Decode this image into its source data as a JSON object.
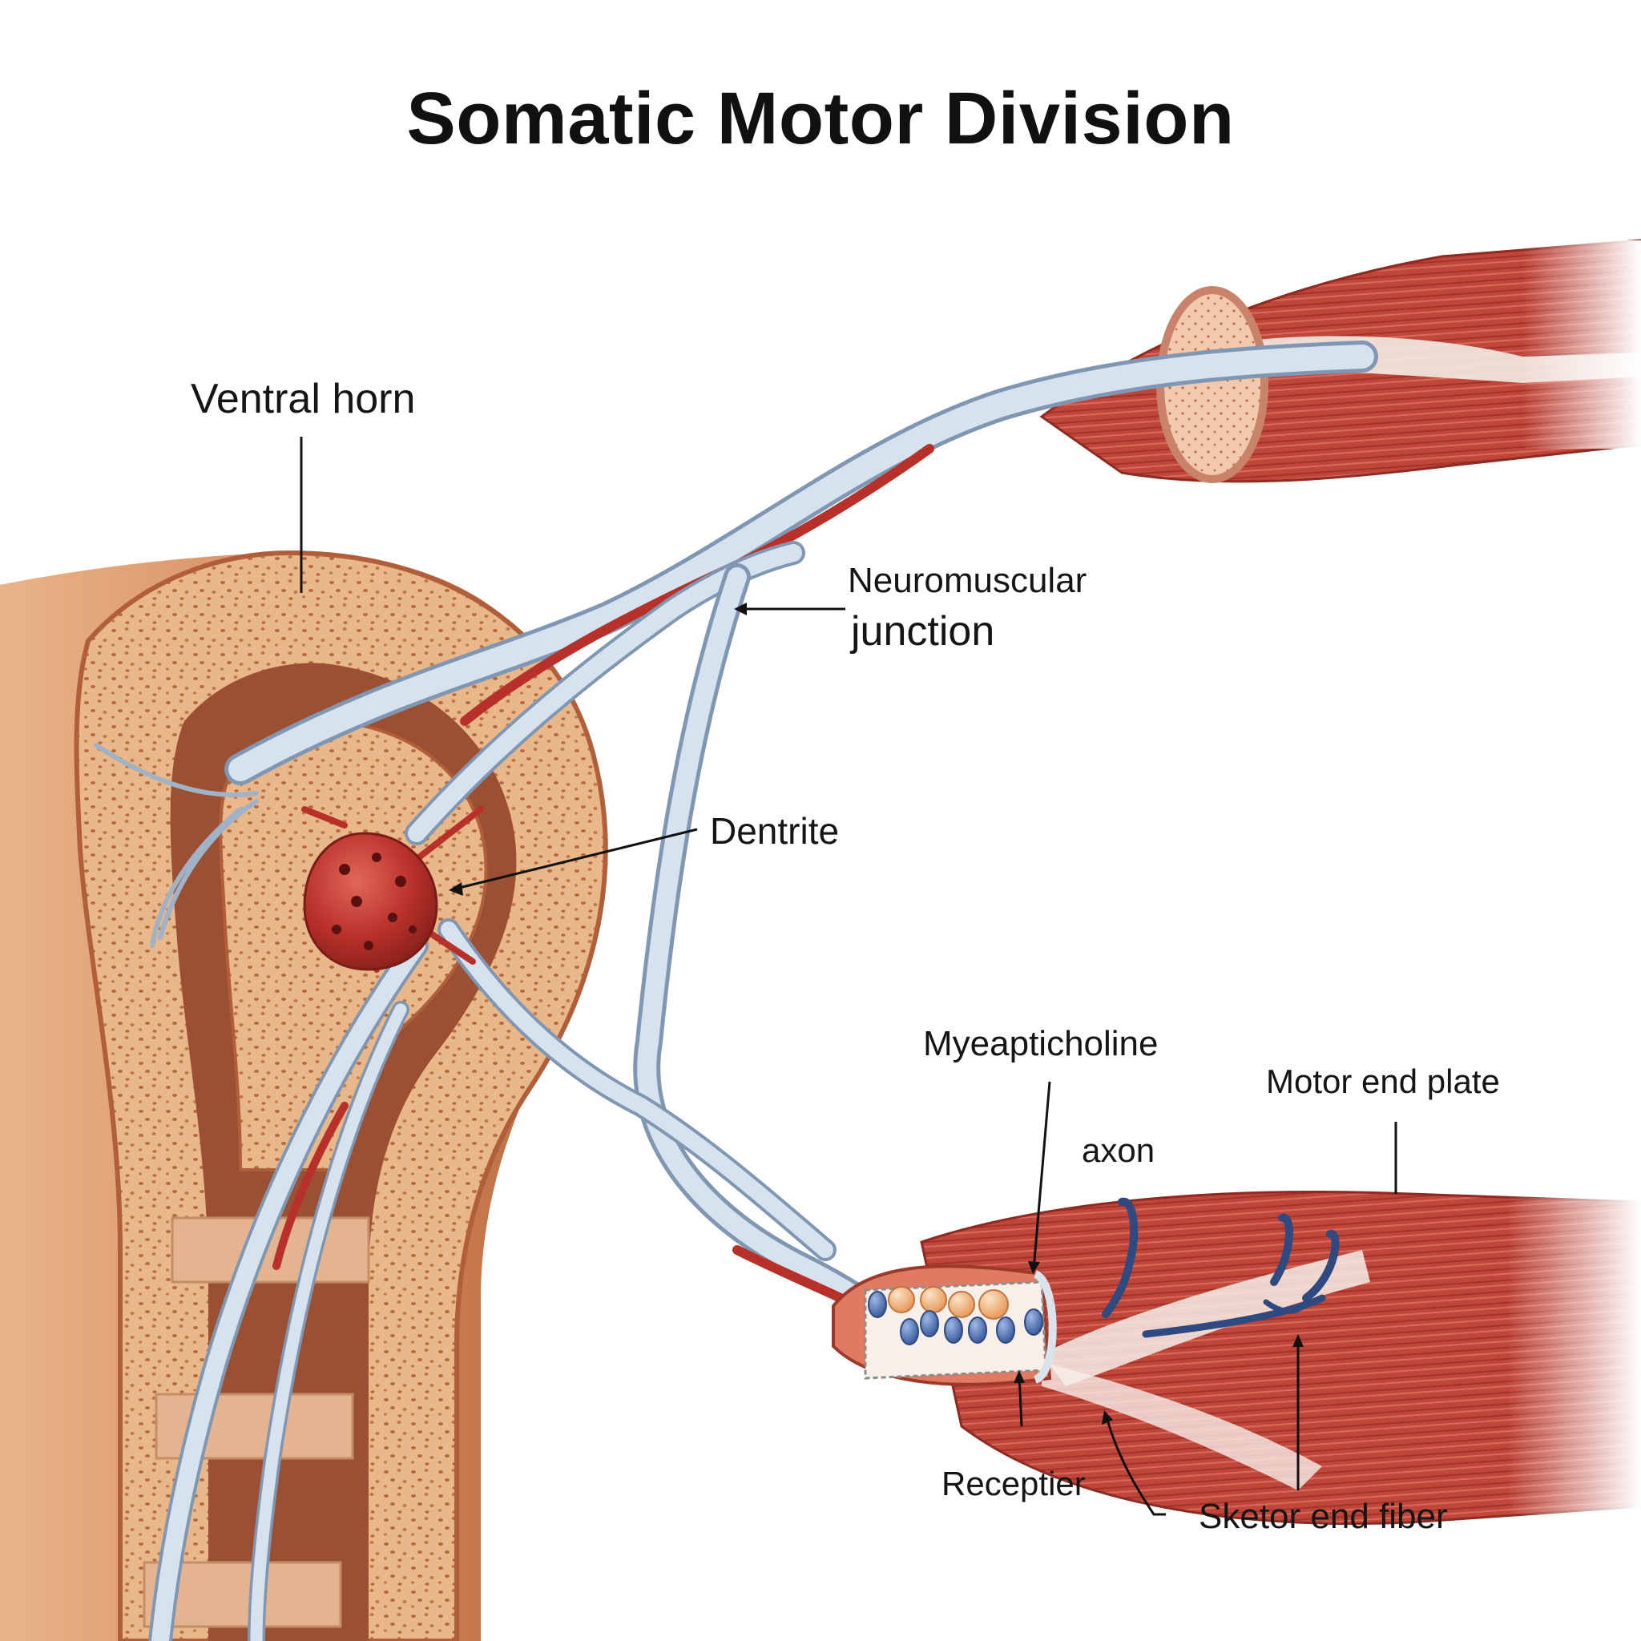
{
  "title": "Somatic Motor Division",
  "labels": {
    "ventral_horn": "Ventral horn",
    "neuromuscular_line1": "Neuromuscular",
    "neuromuscular_line2": "junction",
    "dentrite": "Dentrite",
    "myeapticholine": "Myeapticholine",
    "axon": "axon",
    "motor_end_plate": "Motor end plate",
    "receptier": "Receptier",
    "sketor_end_fiber": "Sketor end fiber"
  },
  "colors": {
    "muscle_red": "#c4453a",
    "muscle_dark": "#9e2a22",
    "tendon_white": "#f3ece6",
    "nerve_blue": "#b9c9d8",
    "nerve_outline": "#7f97b3",
    "cord_tan": "#d99a66",
    "cord_speckle": "#e7b98d",
    "cell_body_red": "#b8302a",
    "vesicle_orange": "#f0b179",
    "receptor_blue": "#4d6fb0"
  }
}
